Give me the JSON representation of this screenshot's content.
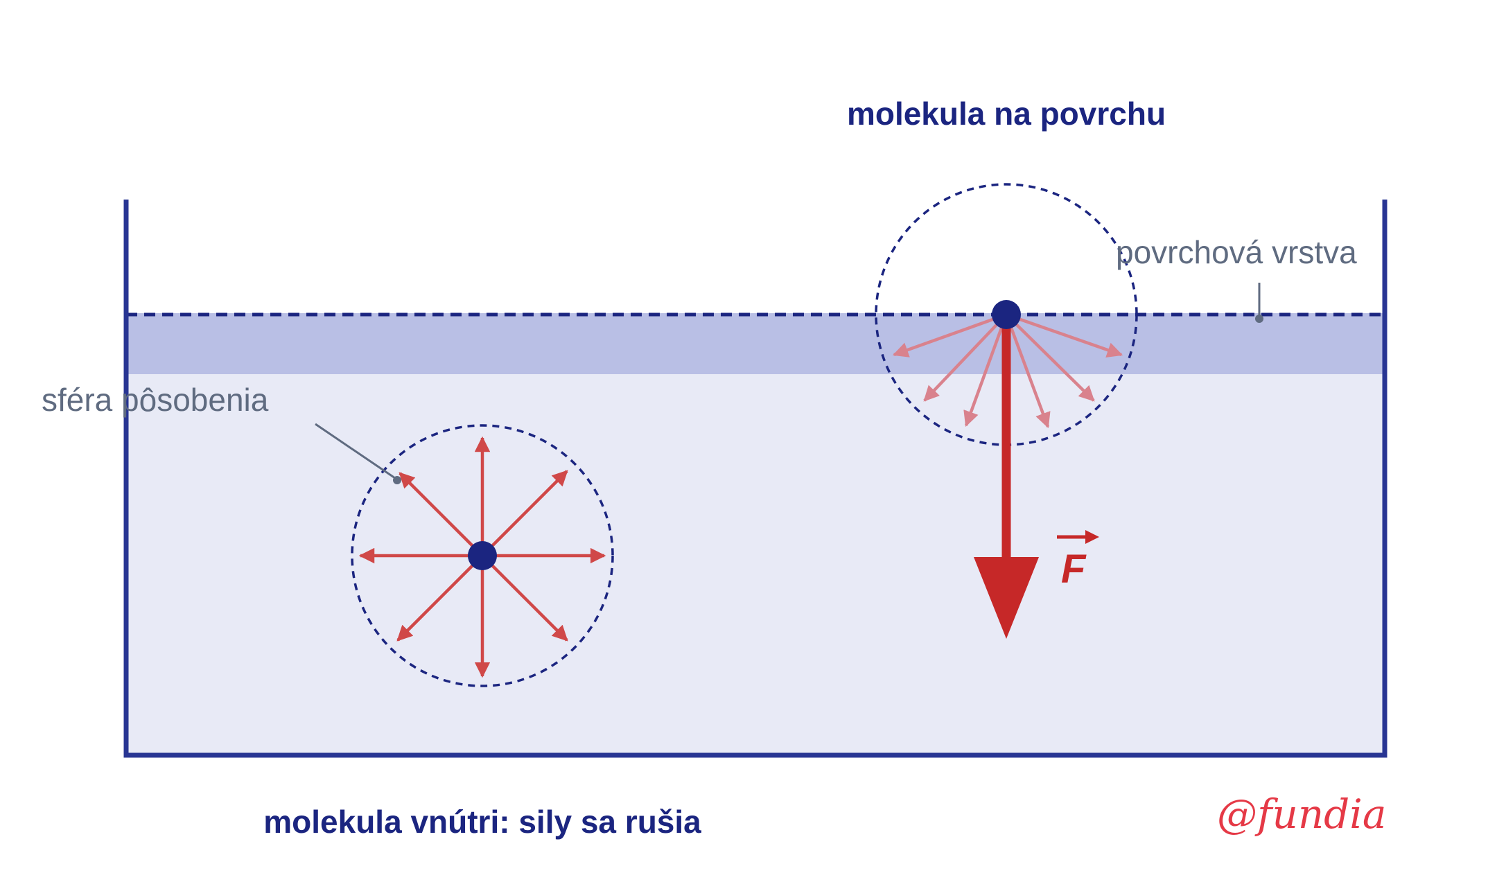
{
  "labels": {
    "surface_title": "molekula na povrchu",
    "interior_title": "molekula vnútri: sily sa rušia",
    "surface_layer": "povrchová vrstva",
    "action_sphere": "sféra pôsobenia",
    "force_symbol": "F",
    "watermark": "@fundia"
  },
  "colors": {
    "navy": "#1b2580",
    "container": "#283593",
    "liquid": "#e8eaf6",
    "surface_band": "#b9bfe5",
    "arrow_red": "#d04848",
    "arrow_faded": "#d9828d",
    "force_red": "#c62828",
    "callout_gray": "#5f6b80",
    "watermark_red": "#e53946"
  },
  "icons": {
    "molecule": "filled-circle",
    "force_vector": "vector-arrow-over-letter"
  }
}
